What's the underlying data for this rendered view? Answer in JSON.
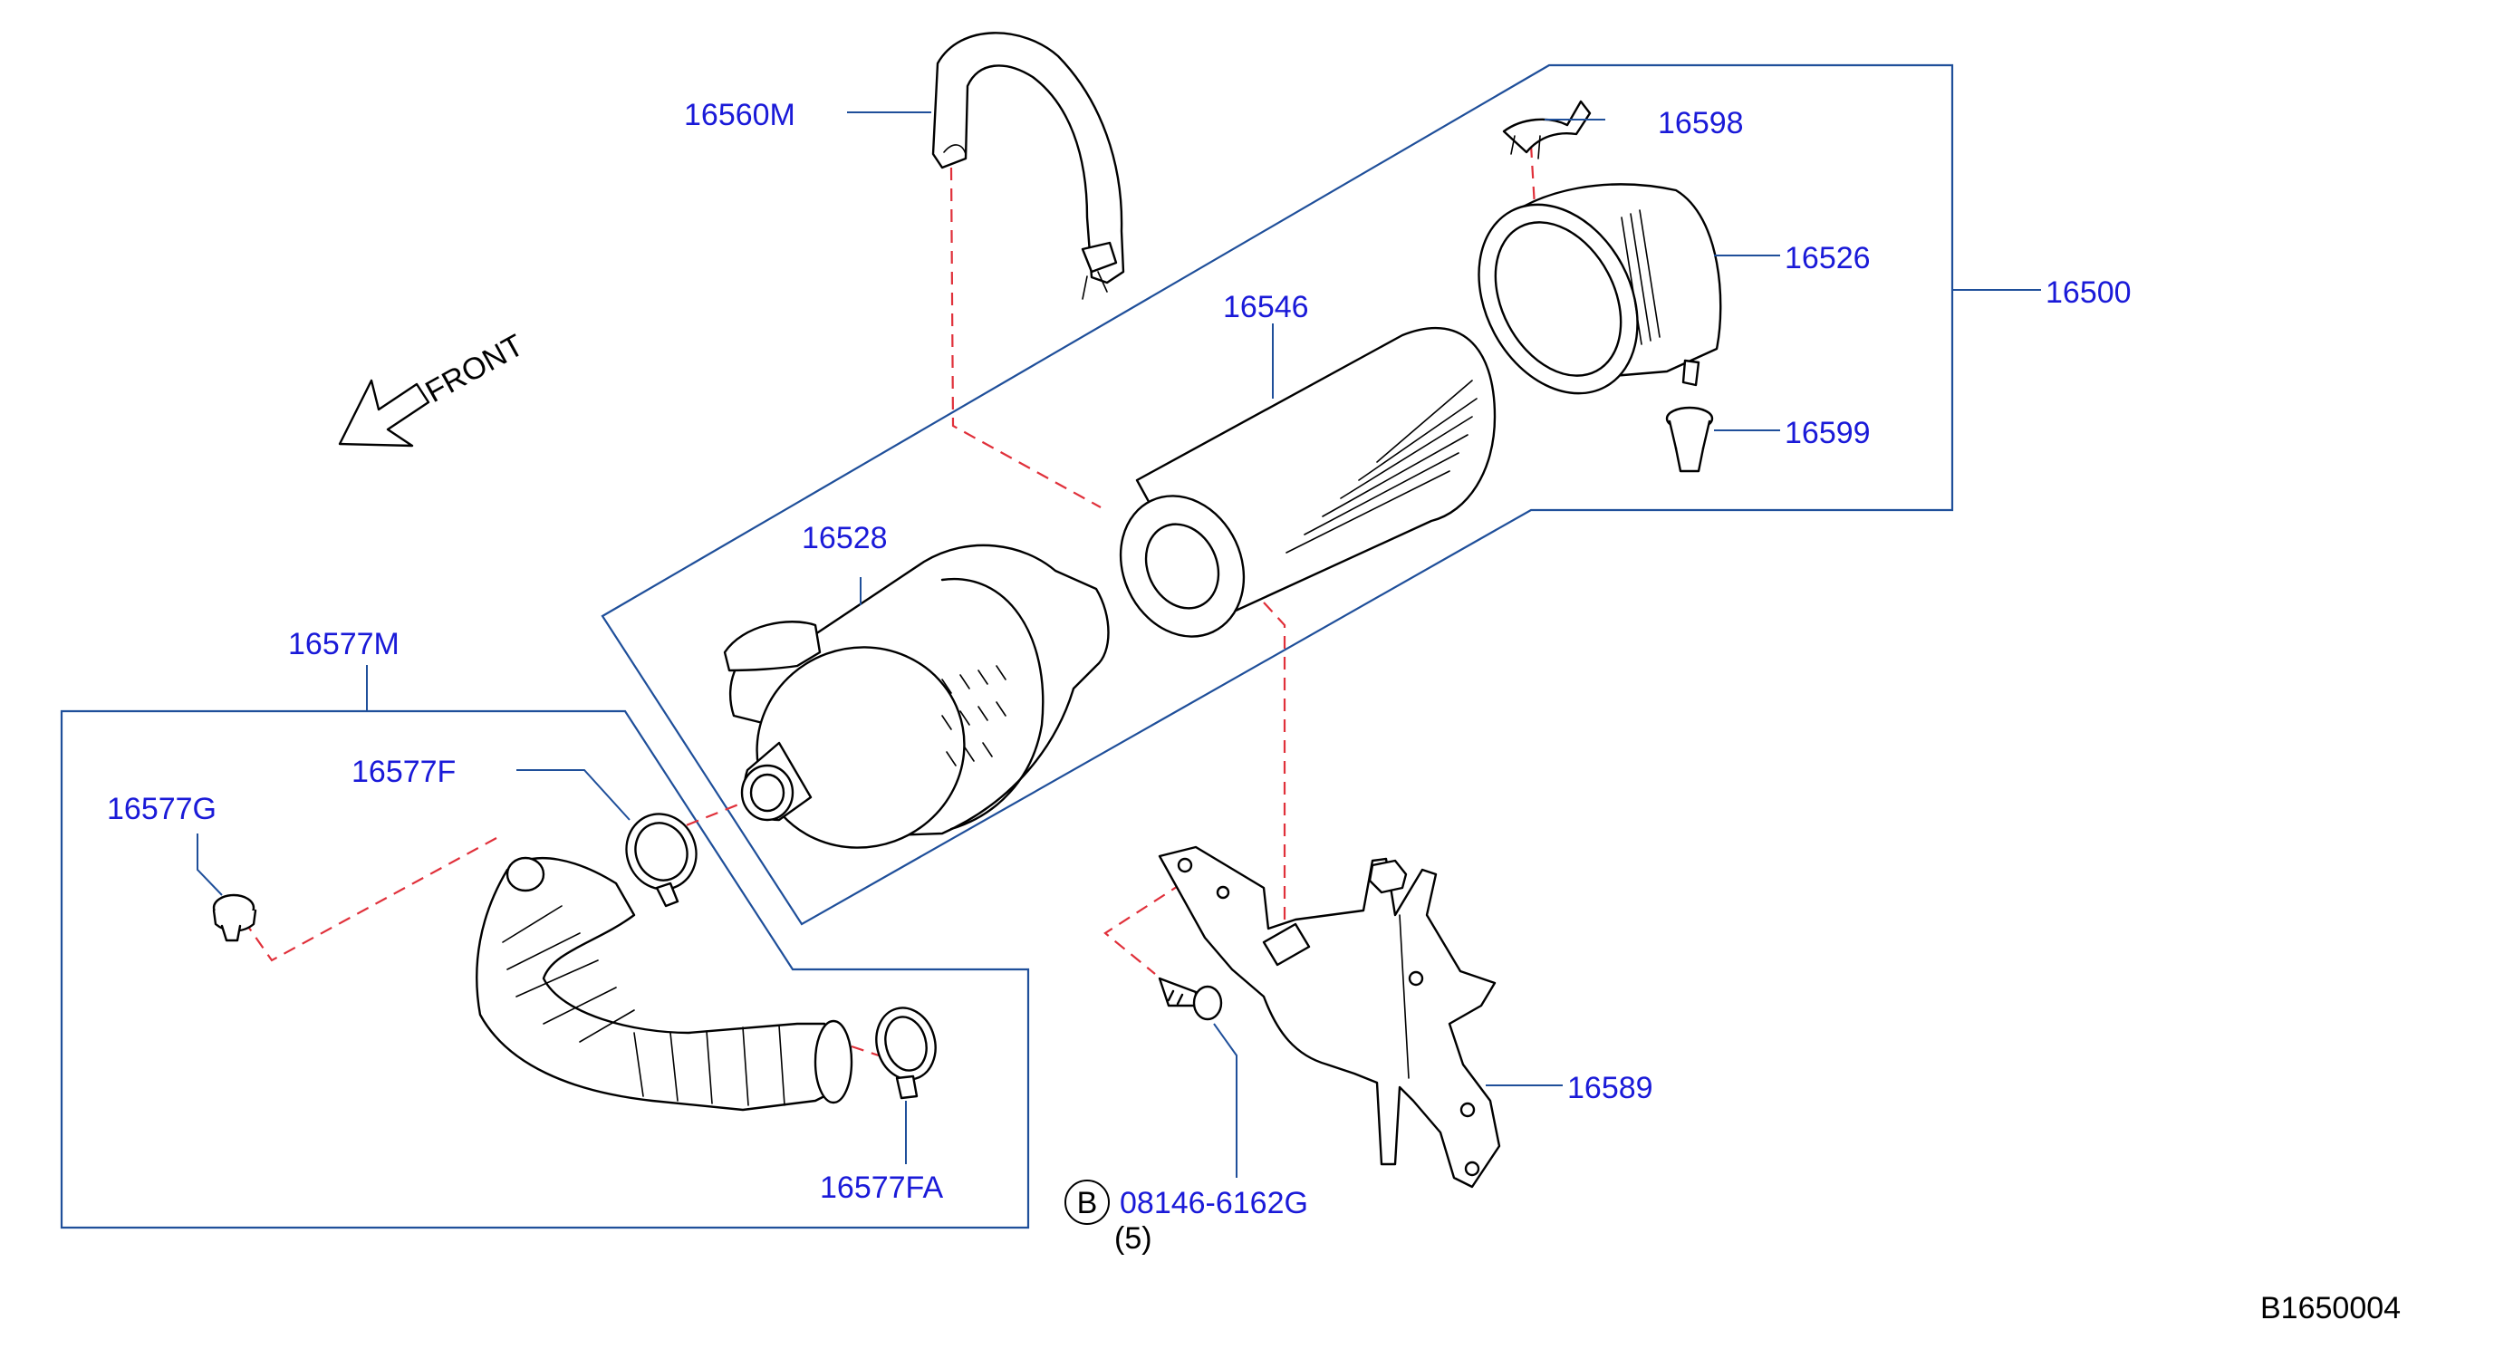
{
  "colors": {
    "part_number": "#1a1ad8",
    "leader": "#1f4f9a",
    "dashed_link": "#e0303a",
    "line_art": "#000000"
  },
  "labels": {
    "p16560M": "16560M",
    "p16598": "16598",
    "p16526": "16526",
    "p16500": "16500",
    "p16546": "16546",
    "p16599": "16599",
    "p16528": "16528",
    "p16577M": "16577M",
    "p16577F": "16577F",
    "p16577G": "16577G",
    "p16589": "16589",
    "p16577FA": "16577FA",
    "bolt": "08146-6162G",
    "bolt_qty": "(5)",
    "bolt_badge": "B",
    "front": "FRONT",
    "diagram_id": "B1650004"
  }
}
